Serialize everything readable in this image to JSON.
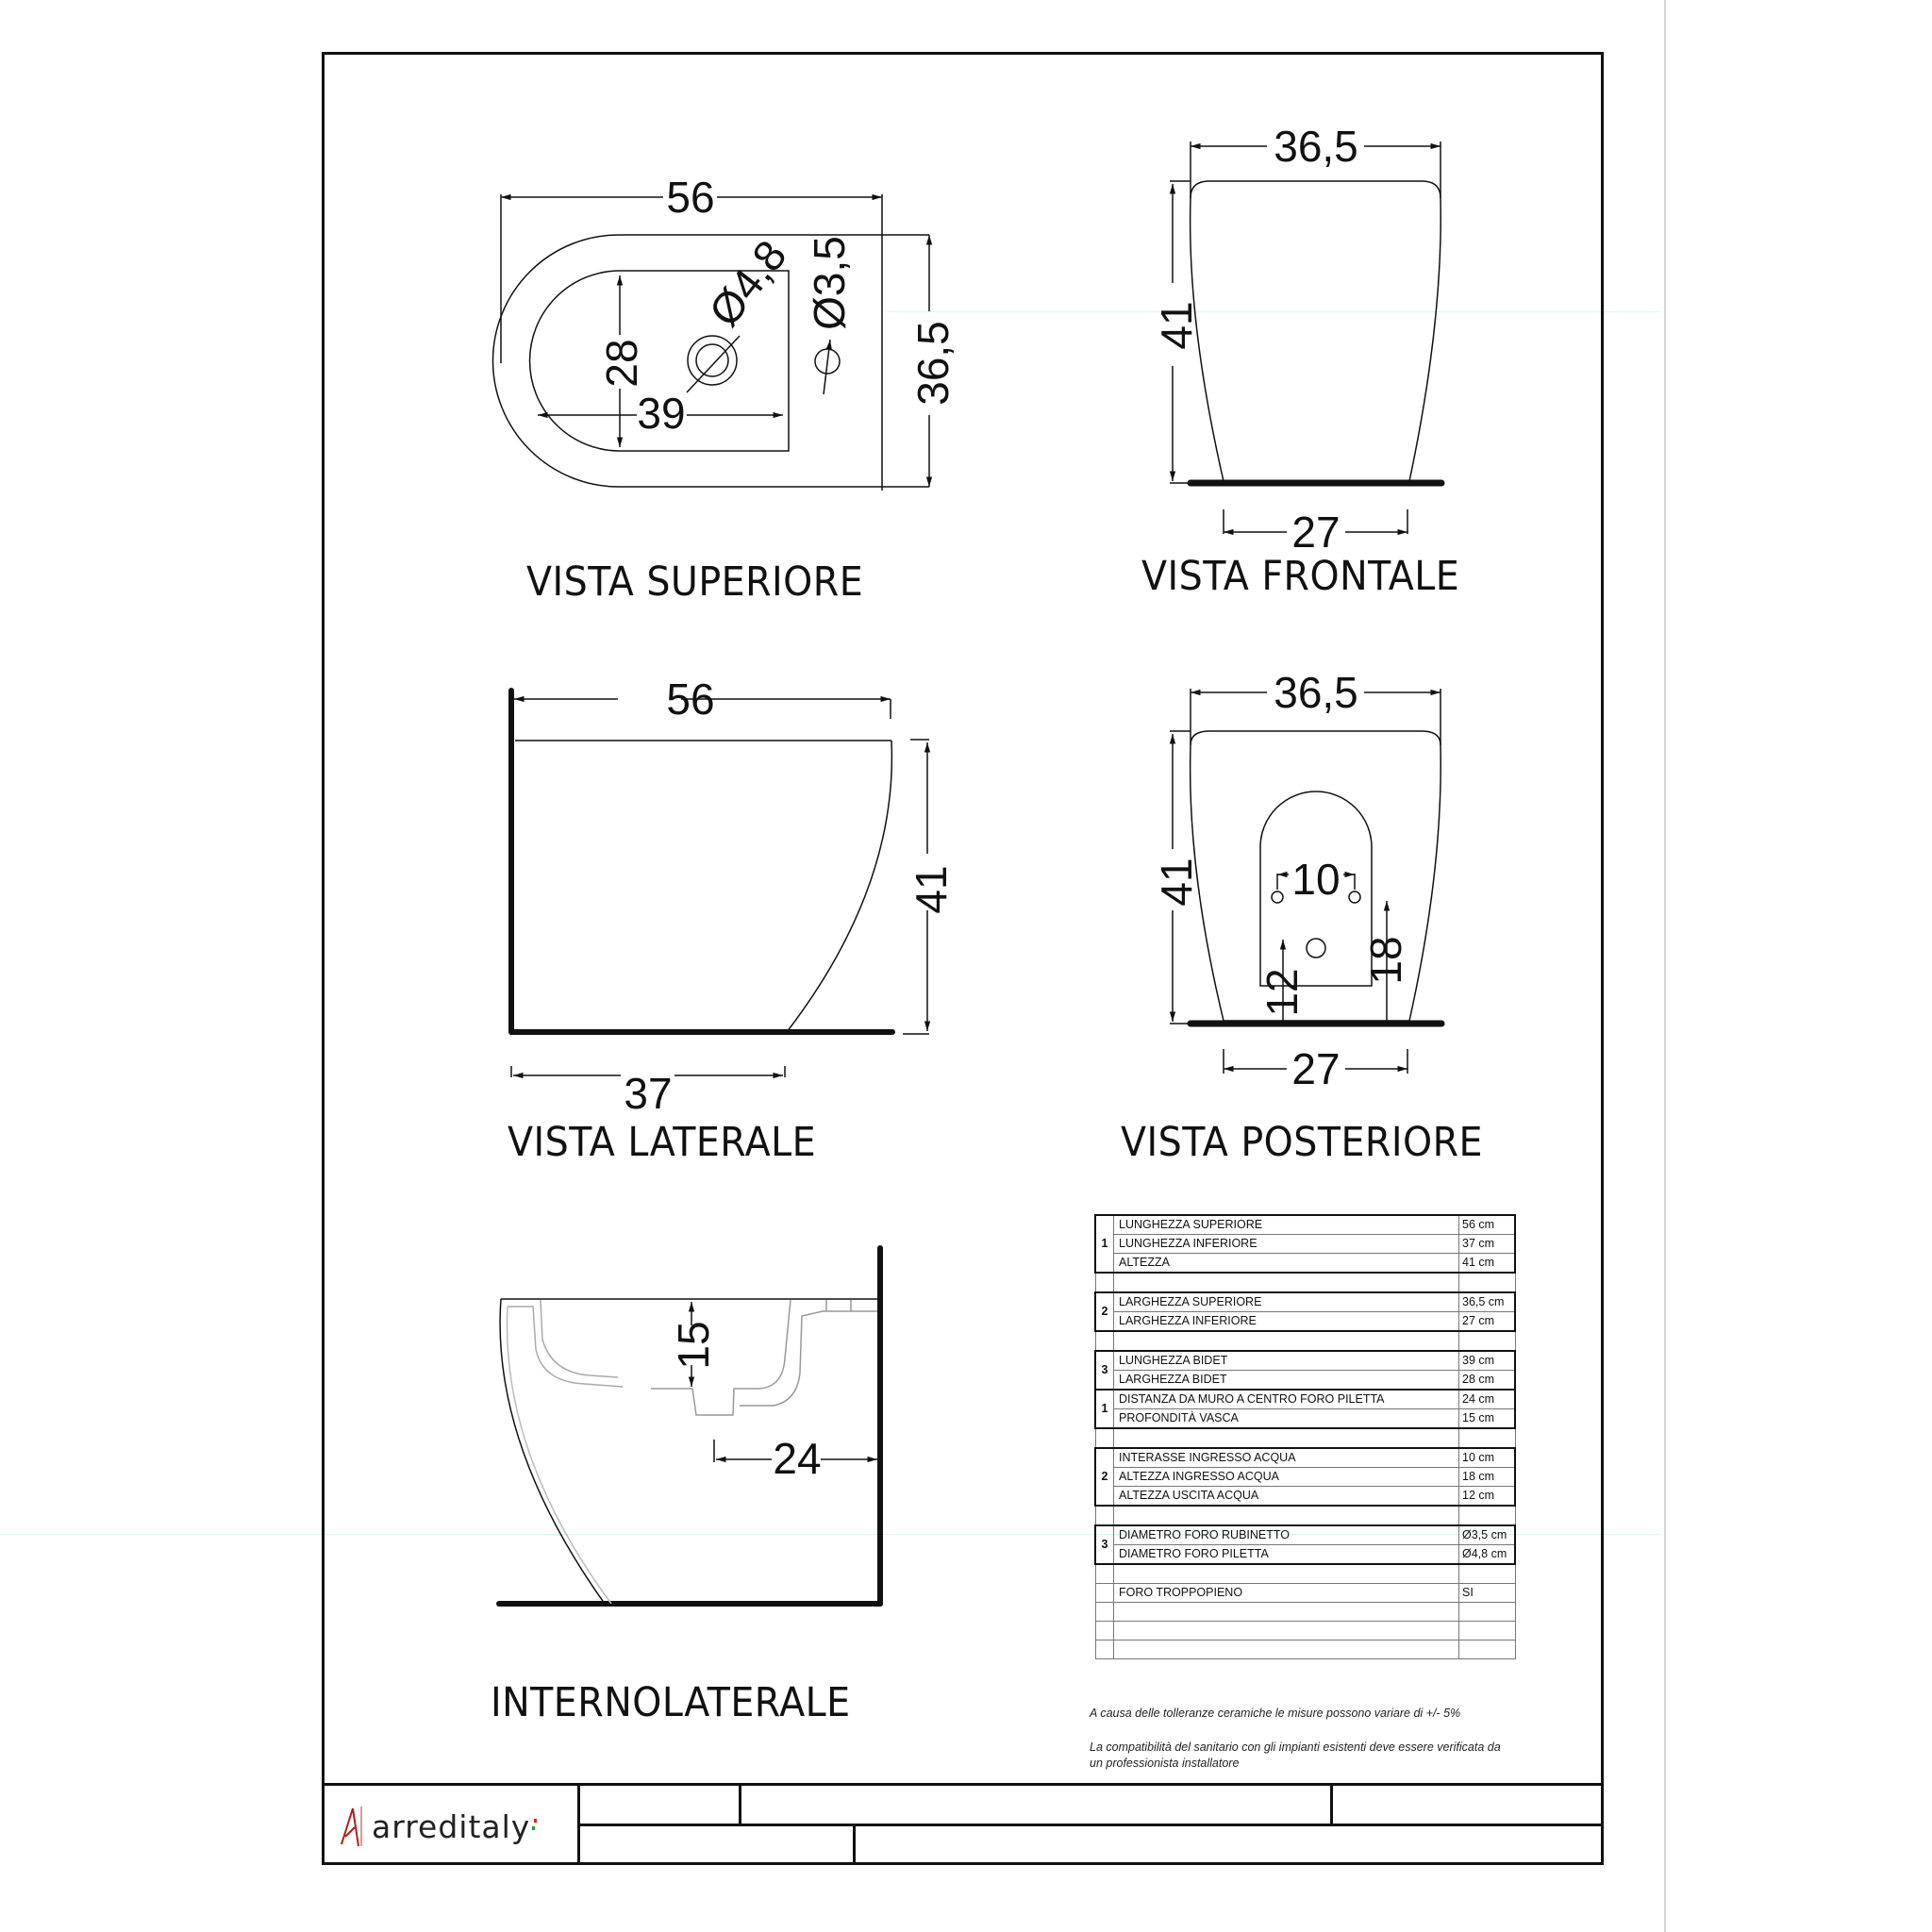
{
  "views": {
    "top": {
      "label": "VISTA SUPERIORE",
      "dims": {
        "length": "56",
        "width": "36,5",
        "bowl_width": "28",
        "bowl_length": "39",
        "drain_diameter": "Ø4,8",
        "tap_diameter": "Ø3,5"
      }
    },
    "front": {
      "label": "VISTA FRONTALE",
      "dims": {
        "top_width": "36,5",
        "height": "41",
        "bottom_width": "27"
      }
    },
    "side": {
      "label": "VISTA LATERALE",
      "dims": {
        "top_length": "56",
        "height": "41",
        "bottom_length": "37"
      }
    },
    "rear": {
      "label": "VISTA POSTERIORE",
      "dims": {
        "top_width": "36,5",
        "height": "41",
        "inlet_spacing": "10",
        "inlet_height": "18",
        "outlet_height": "12",
        "bottom_width": "27"
      }
    },
    "internal": {
      "label": "INTERNOLATERALE",
      "dims": {
        "bowl_depth": "15",
        "wall_to_drain": "24"
      }
    }
  },
  "spec_table": {
    "groups": [
      {
        "number": "1",
        "rows": [
          {
            "label": "LUNGHEZZA SUPERIORE",
            "value": "56 cm"
          },
          {
            "label": "LUNGHEZZA INFERIORE",
            "value": "37 cm"
          },
          {
            "label": "ALTEZZA",
            "value": "41 cm"
          }
        ]
      },
      {
        "number": "2",
        "rows": [
          {
            "label": "LARGHEZZA SUPERIORE",
            "value": "36,5 cm"
          },
          {
            "label": "LARGHEZZA INFERIORE",
            "value": "27 cm"
          }
        ]
      },
      {
        "number": "3",
        "rows": [
          {
            "label": "LUNGHEZZA BIDET",
            "value": "39 cm"
          },
          {
            "label": "LARGHEZZA BIDET",
            "value": "28 cm"
          }
        ]
      },
      {
        "number": "1",
        "rows": [
          {
            "label": "DISTANZA DA MURO A CENTRO FORO PILETTA",
            "value": "24 cm"
          },
          {
            "label": "PROFONDITÀ VASCA",
            "value": "15 cm"
          }
        ]
      },
      {
        "number": "2",
        "rows": [
          {
            "label": "INTERASSE INGRESSO ACQUA",
            "value": "10 cm"
          },
          {
            "label": "ALTEZZA INGRESSO ACQUA",
            "value": "18 cm"
          },
          {
            "label": "ALTEZZA USCITA ACQUA",
            "value": "12 cm"
          }
        ]
      },
      {
        "number": "3",
        "rows": [
          {
            "label": "DIAMETRO FORO RUBINETTO",
            "value": "Ø3,5 cm"
          },
          {
            "label": "DIAMETRO FORO PILETTA",
            "value": "Ø4,8 cm"
          }
        ]
      }
    ],
    "extra": {
      "label": "FORO TROPPOPIENO",
      "value": "SI"
    }
  },
  "notes": {
    "tolerance": "A causa delle tolleranze ceramiche le misure possono variare di +/- 5%",
    "compatibility_line1": "La compatibilità del sanitario con gli impianti esistenti deve essere verificata da",
    "compatibility_line2": "un professionista installatore"
  },
  "title_block": {
    "brand": "arreditaly",
    "brand_colors": {
      "mark": "#b01c1c",
      "text": "#222222",
      "accent_red": "#d62020",
      "accent_green": "#2a9a3a"
    }
  }
}
